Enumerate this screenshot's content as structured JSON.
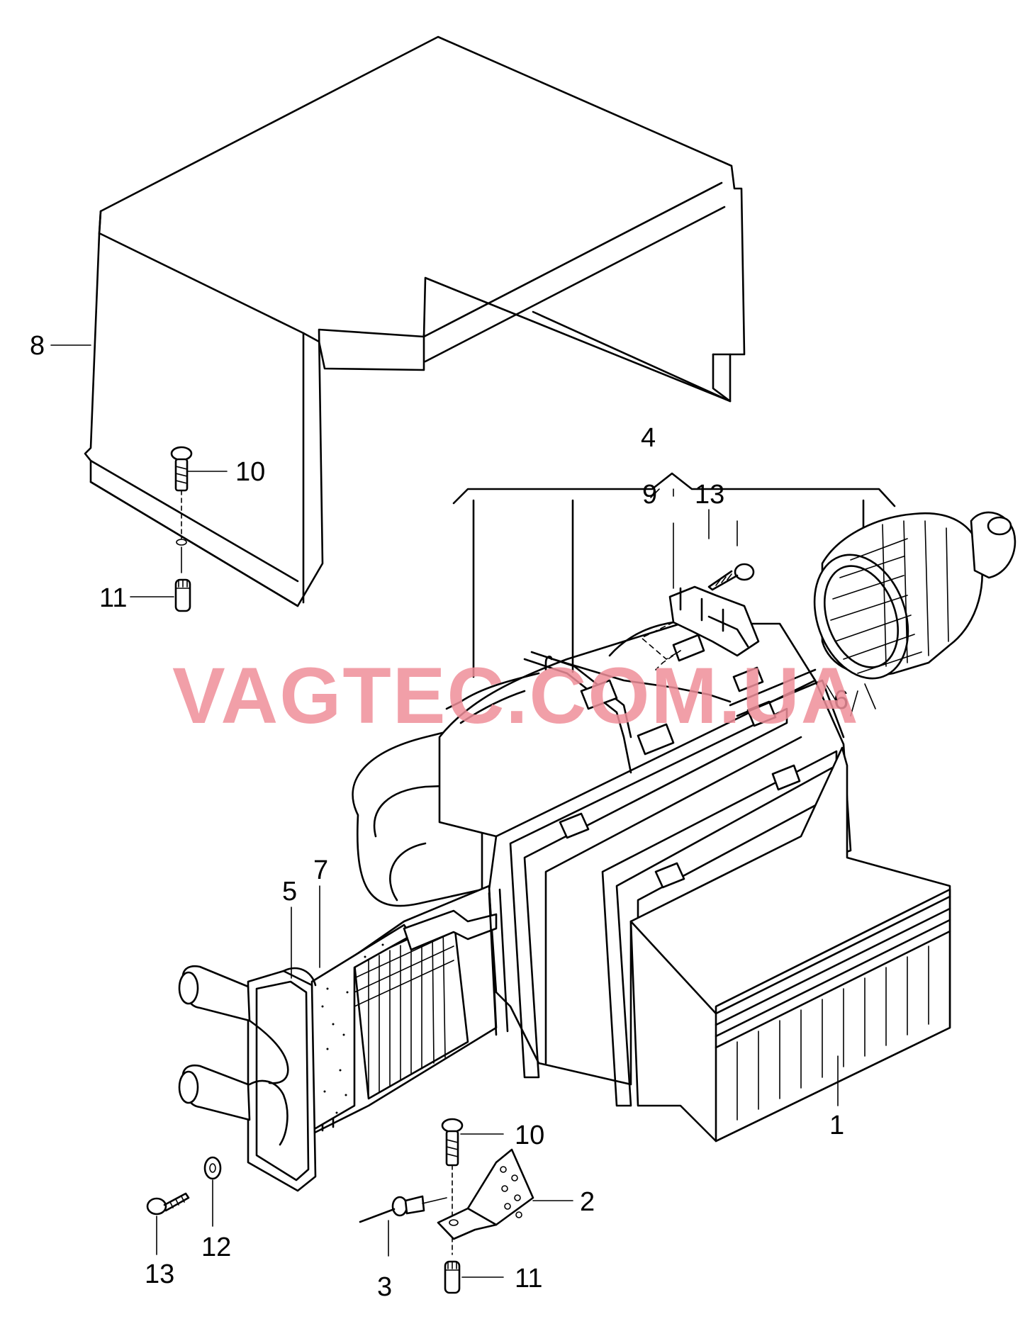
{
  "watermark": "VAGTEC.COM.UA",
  "labels": {
    "l1": "1",
    "l2": "2",
    "l3": "3",
    "l4": "4",
    "l5": "5",
    "l6": "6",
    "l7": "7",
    "l8": "8",
    "l9": "9",
    "l10a": "10",
    "l10b": "10",
    "l11a": "11",
    "l11b": "11",
    "l12": "12",
    "l13a": "13",
    "l13b": "13"
  },
  "colors": {
    "line": "#000000",
    "watermark": "#ef8f9a",
    "background": "#ffffff"
  }
}
